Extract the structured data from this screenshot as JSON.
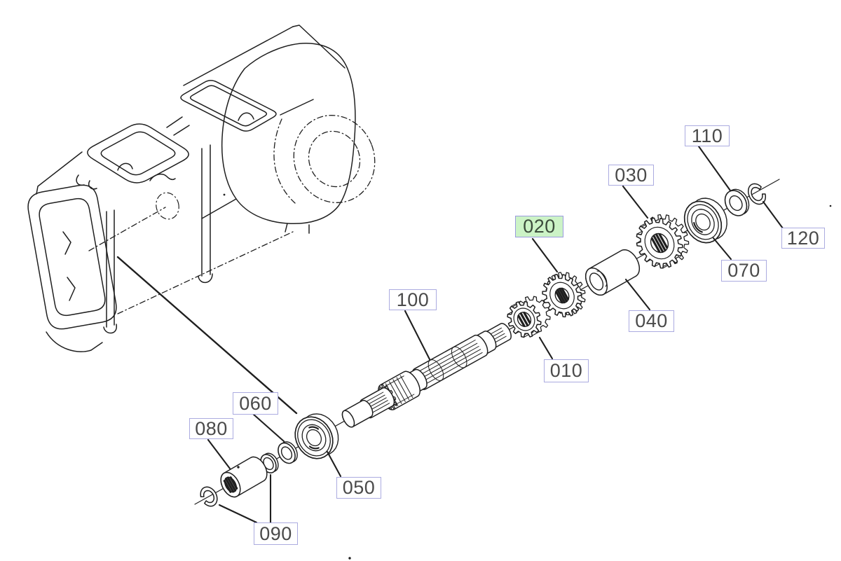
{
  "diagram": {
    "kind": "exploded-parts-diagram",
    "subject_visible_text_only": true,
    "line_color": "#1f1f1f",
    "label_style": {
      "background": "#ffffff",
      "border_color": "#ababe0",
      "text_color": "#4a4a4a"
    },
    "highlight_style": {
      "background": "#ccf3c6",
      "border_color": "#9a9ade",
      "text_color": "#3c4c3c"
    },
    "parts": [
      {
        "ref": "010",
        "highlighted": false
      },
      {
        "ref": "020",
        "highlighted": true
      },
      {
        "ref": "030",
        "highlighted": false
      },
      {
        "ref": "040",
        "highlighted": false
      },
      {
        "ref": "050",
        "highlighted": false
      },
      {
        "ref": "060",
        "highlighted": false
      },
      {
        "ref": "070",
        "highlighted": false
      },
      {
        "ref": "080",
        "highlighted": false
      },
      {
        "ref": "090",
        "highlighted": false
      },
      {
        "ref": "100",
        "highlighted": false
      },
      {
        "ref": "110",
        "highlighted": false
      },
      {
        "ref": "120",
        "highlighted": false
      }
    ]
  }
}
